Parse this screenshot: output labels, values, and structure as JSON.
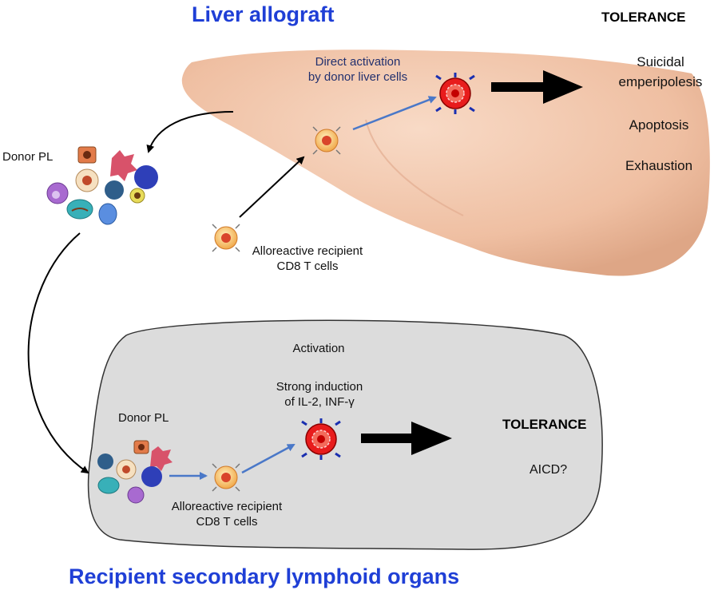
{
  "top": {
    "title": "Liver allograft",
    "direct_activation_1": "Direct activation",
    "direct_activation_2": "by donor liver cells",
    "donor_pl": "Donor PL",
    "recipient_cells_1": "Alloreactive recipient",
    "recipient_cells_2": "CD8 T cells",
    "outcome_title": "TOLERANCE",
    "outcomes": [
      "Suicidal",
      "emperipolesis",
      "Apoptosis",
      "Exhaustion"
    ]
  },
  "bottom": {
    "title": "Recipient secondary lymphoid organs",
    "activation": "Activation",
    "induction_1": "Strong induction",
    "induction_2": "of IL-2, INF-γ",
    "donor_pl": "Donor PL",
    "recipient_cells_1": "Alloreactive recipient",
    "recipient_cells_2": "CD8 T cells",
    "outcome_title": "TOLERANCE",
    "outcome": "AICD?"
  },
  "colors": {
    "title_blue": "#1f3fd6",
    "liver": "#f2c4a6",
    "lymphoid_box": "#dcdcdc",
    "blue_arrow": "#4a78c8",
    "activated_cell": "#e81c1c"
  }
}
